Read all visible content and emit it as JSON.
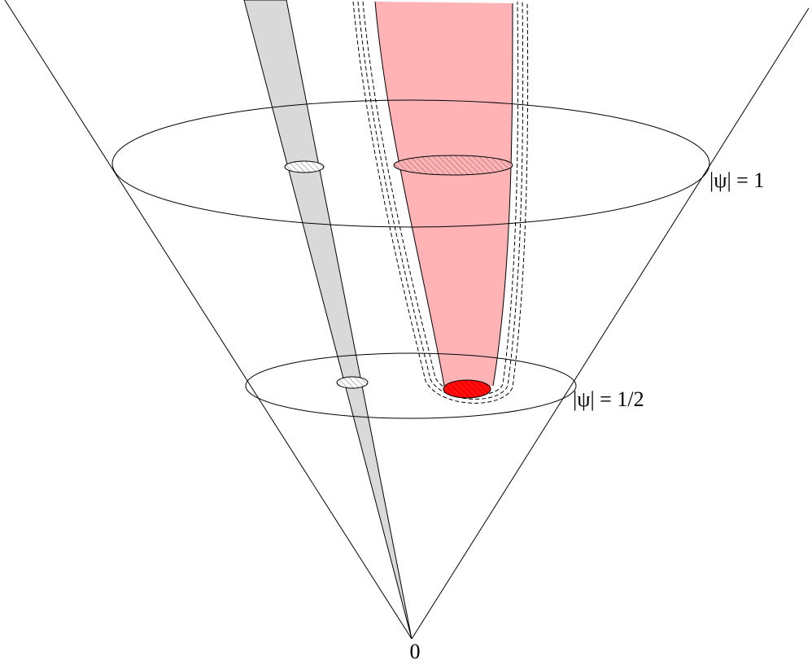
{
  "labels": {
    "level_upper": "|ψ| = 1",
    "level_lower": "|ψ| = 1/2",
    "apex": "0"
  },
  "colors": {
    "stroke": "#000000",
    "gray_tube": "#d9d9d9",
    "pink_tube": "#ffb3b5",
    "red_cap": "#ff0000",
    "hatch_pink": "#b07070",
    "hatch_gray": "#555555",
    "background": "#ffffff"
  }
}
